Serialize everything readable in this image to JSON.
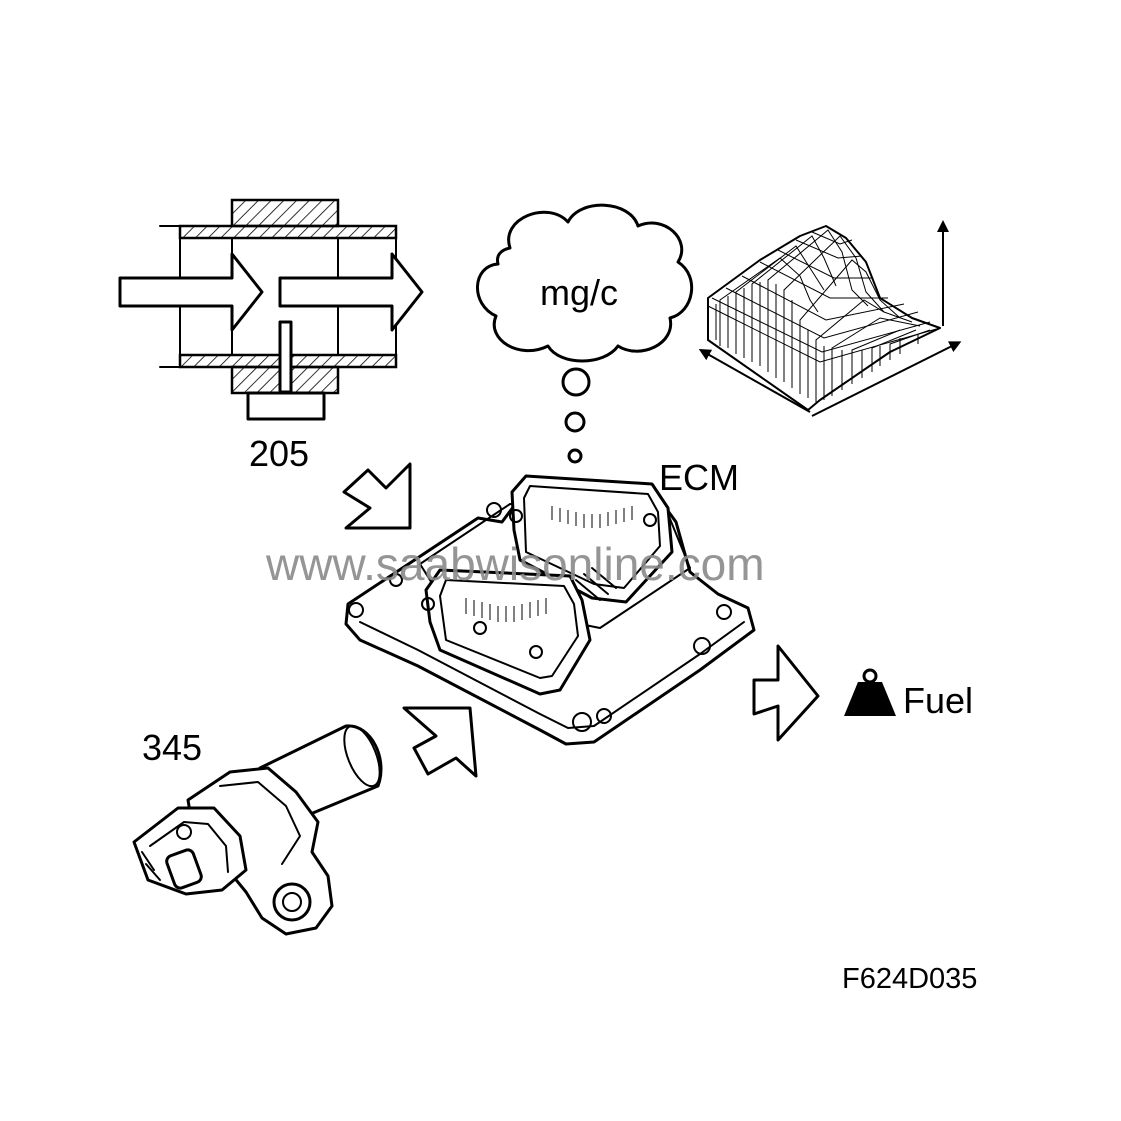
{
  "labels": {
    "airflow_sensor_number": "205",
    "crank_sensor_number": "345",
    "cloud_text": "mg/c",
    "ecm": "ECM",
    "fuel": "Fuel",
    "figure_id": "F624D035",
    "watermark": "www.saabwisonline.com"
  },
  "icons": {
    "fuel": "weight-icon",
    "input_arrows": "hollow-arrow-icon",
    "output_arrow": "hollow-arrow-icon"
  },
  "colors": {
    "line": "#000000",
    "background": "#ffffff",
    "watermark": "#8a8a8a"
  }
}
